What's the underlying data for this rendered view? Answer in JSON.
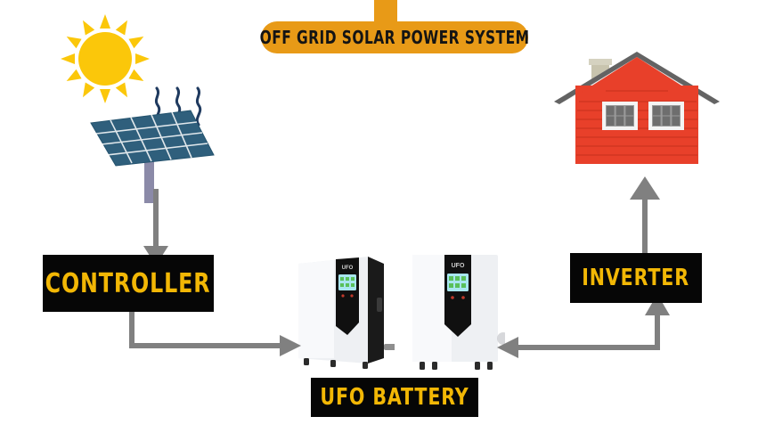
{
  "diagram": {
    "title": "OFF GRID SOLAR POWER SYSTEM",
    "background_color": "#ffffff",
    "banner_color": "#e89a17",
    "banner_text_color": "#141414",
    "label_box_color": "#060606",
    "label_text_color": "#f2b705",
    "arrow_color": "#808080",
    "nodes": [
      {
        "id": "sun",
        "label": "",
        "icon": "sun-icon",
        "color": "#fbc70a"
      },
      {
        "id": "solar-panel",
        "label": "",
        "icon": "solar-panel-icon",
        "color": "#2f5f7c"
      },
      {
        "id": "controller",
        "label": "CONTROLLER",
        "icon": "black-label-box"
      },
      {
        "id": "battery",
        "label": "UFO BATTERY",
        "icon": "battery-cabinet-icon",
        "brand": "UFO"
      },
      {
        "id": "inverter",
        "label": "INVERTER",
        "icon": "black-label-box"
      },
      {
        "id": "house",
        "label": "",
        "icon": "house-icon",
        "color": "#e8402a"
      }
    ],
    "edges": [
      {
        "from": "solar-panel",
        "to": "controller",
        "direction": "down"
      },
      {
        "from": "controller",
        "to": "battery",
        "direction": "right"
      },
      {
        "from": "battery",
        "to": "inverter",
        "direction": "right-up"
      },
      {
        "from": "inverter",
        "to": "house",
        "direction": "up"
      }
    ],
    "house": {
      "body_color": "#e8402a",
      "roof_color": "#f0f0f0",
      "chimney_color": "#c8c4ae",
      "window_pane_color": "#6e6e6e",
      "window_count": 2,
      "panes_per_window": 6
    },
    "solar_panel": {
      "cell_rows": 4,
      "cell_cols": 5,
      "panel_color": "#2f5f7c",
      "pole_color": "#8b8aa8"
    },
    "battery_unit": {
      "body_color": "#f4f5f7",
      "strip_color": "#111111",
      "screen_color": "#a8e6ef",
      "logo_text": "UFO",
      "indicator_color": "#c0392b",
      "unit_count": 2
    }
  }
}
